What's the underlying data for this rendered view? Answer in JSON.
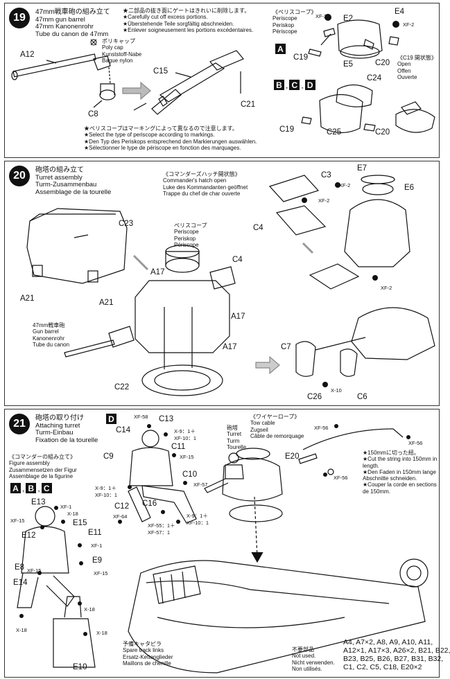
{
  "step19": {
    "number": "19",
    "title": [
      "47mm戦車砲の組み立て",
      "47mm gun barrel",
      "47mm Kanonenrohr",
      "Tube du canon de 47mm"
    ],
    "notes": [
      "★二部品の抜き面にゲートはきれいに削除します。",
      "★Carefully cut off excess portions.",
      "★Überstehende Teile sorgfältig abschneiden.",
      "★Enlever soigneusement les portions excédentaires."
    ],
    "polycap": [
      "ポリキャップ",
      "Poly cap",
      "Kunststoff-Nabe",
      "Bague nylon"
    ],
    "parts": {
      "a12": "A12",
      "c8": "C8",
      "c15": "C15",
      "c21": "C21",
      "e2": "E2",
      "e4": "E4",
      "e5": "E5",
      "c19": "C19",
      "c20": "C20",
      "c24": "C24",
      "c25": "C25",
      "c19b": "C19",
      "c20b": "C20"
    },
    "xf2": "XF-2",
    "periscope": [
      "《ペリスコープ》",
      "Periscope",
      "Periskop",
      "Périscope"
    ],
    "box_a": "A",
    "boxes_bcd": [
      "B",
      ",",
      "C",
      ",",
      "D"
    ],
    "c19_open": [
      "《C19 開状態》",
      "Open",
      "Offen",
      "Ouverte"
    ],
    "periscope_notes": [
      "★ペリスコープはマーキングによって異なるので注意します。",
      "★Select the type of periscope according to markings.",
      "★Den Typ des Periskops entsprechend den Markierungen auswählen.",
      "★Sélectionner le type de périscope en fonction des marquages."
    ]
  },
  "step20": {
    "number": "20",
    "title": [
      "砲塔の組み立て",
      "Turret assembly",
      "Turm-Zusammenbau",
      "Assemblage de la tourelle"
    ],
    "hatch": [
      "《コマンダーズハッチ開状態》",
      "Commander's hatch open",
      "Luke des Kommandanten geöffnet",
      "Trappe du chef de char ouverte"
    ],
    "periscope": [
      "ペリスコープ",
      "Periscope",
      "Periskop",
      "Périscope"
    ],
    "barrel": [
      "47mm戦車砲",
      "Gun barrel",
      "Kanonenrohr",
      "Tube du canon"
    ],
    "parts": {
      "c23": "C23",
      "a21a": "A21",
      "a21b": "A21",
      "a17a": "A17",
      "a17b": "A17",
      "a17c": "A17",
      "c4": "C4",
      "c4b": "C4",
      "c22": "C22",
      "c3": "C3",
      "e7": "E7",
      "e6": "E6",
      "c7": "C7",
      "c26": "C26",
      "c6": "C6"
    },
    "xf2": "XF-2",
    "x10": "X-10"
  },
  "step21": {
    "number": "21",
    "title": [
      "砲塔の取り付け",
      "Attaching turret",
      "Turm-Einbau",
      "Fixation de la tourelle"
    ],
    "figure_assembly": [
      "《コマンダーの組み立て》",
      "Figure assembly",
      "Zusammensetzen der Figur",
      "Assemblage de la figurine"
    ],
    "boxes_abc": [
      "A",
      ",",
      "B",
      ",",
      "C"
    ],
    "box_d": "D",
    "turret": [
      "砲塔",
      "Turret",
      "Turm",
      "Tourelle"
    ],
    "tow_cable": [
      "《ワイヤーロープ》",
      "Tow cable",
      "Zugseil",
      "Câble de remorquage"
    ],
    "cable_notes": [
      "★150mmに切った紐。",
      "★Cut the string into 150mm in",
      "length.",
      "★Den Faden in 150mm lange",
      "Abschnitte schneiden.",
      "★Couper la corde en sections",
      "de 150mm."
    ],
    "spare_tracks": [
      "予備キャタピラ",
      "Spare track links",
      "Ersatz-Kettenglieder",
      "Maillons de chenille"
    ],
    "not_used": [
      "不要部品",
      "Not used.",
      "Nicht verwenden.",
      "Non utilisés."
    ],
    "unused_parts": [
      "A4, A7×2, A8, A9, A10, A11,",
      "A12×1, A17×3, A26×2, B21, B22,",
      "B23, B25, B26, B27, B31, B32,",
      "C1, C2, C5, C18, E20×2"
    ],
    "figure_parts": {
      "e13": "E13",
      "e15": "E15",
      "e12": "E12",
      "e11": "E11",
      "e9": "E9",
      "e8": "E8",
      "e14": "E14",
      "e10": "E10"
    },
    "commander_parts": {
      "c13": "C13",
      "c14": "C14",
      "c11": "C11",
      "c9": "C9",
      "c10": "C10",
      "c12": "C12",
      "c16": "C16",
      "e20": "E20"
    },
    "paints": {
      "xf1": "XF-1",
      "xf18": "X-18",
      "xf15": "XF-15",
      "x18": "X-18",
      "xf58": "XF-58",
      "mix1": "X-9：1＋",
      "mix1b": "XF-10：1",
      "xf57": "XF-57",
      "xf64": "XF-64",
      "mix2": "XF-55：1＋",
      "mix2b": "XF-57：1",
      "mix3": "X-9：1＋",
      "mix3b": "XF-10：1",
      "xf56": "XF-56"
    }
  }
}
